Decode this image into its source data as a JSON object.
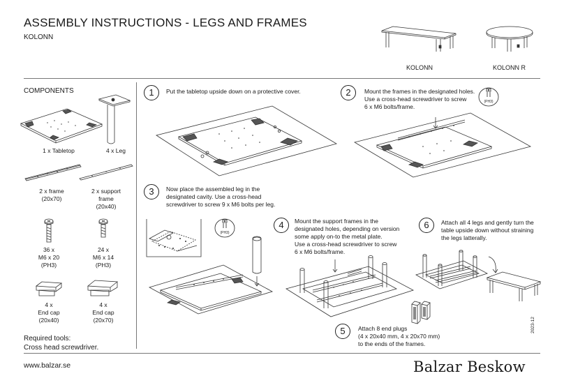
{
  "header": {
    "title": "ASSEMBLY INSTRUCTIONS - LEGS AND FRAMES",
    "subtitle": "KOLONN",
    "variants": [
      "KOLONN",
      "KOLONN R"
    ]
  },
  "components": {
    "heading": "COMPONENTS",
    "items": [
      {
        "label": "1 x Tabletop"
      },
      {
        "label": "4 x Leg"
      },
      {
        "label": "2 x frame\n(20x70)"
      },
      {
        "label": "2 x support\nframe\n(20x40)"
      },
      {
        "label": "36 x\nM6 x 20\n(PH3)"
      },
      {
        "label": "24 x\nM6 x 14\n(PH3)"
      },
      {
        "label": "4 x\nEnd cap\n(20x40)"
      },
      {
        "label": "4 x\nEnd cap\n(20x70)"
      }
    ],
    "tools_heading": "Required tools:",
    "tools": "Cross head screwdriver."
  },
  "steps": [
    {
      "number": "1",
      "text": "Put the tabletop upside down on a protective cover."
    },
    {
      "number": "2",
      "text": "Mount the frames in the designated holes.\nUse a cross-head screwdriver to screw\n6 x M6 bolts/frame."
    },
    {
      "number": "3",
      "text": "Now place the assembled leg in the\ndesignated cavity. Use a cross-head\nscrewdriver to screw 9 x M6 bolts per leg."
    },
    {
      "number": "4",
      "text": "Mount the support frames in the\ndesignated holes, depending on version\nsome apply on-to the metal plate.\nUse a cross-head screwdriver to screw\n6 x M6 bolts/frame."
    },
    {
      "number": "5",
      "text": "Attach 8 end plugs\n(4 x 20x40 mm, 4 x 20x70 mm)\nto the ends of the frames."
    },
    {
      "number": "6",
      "text": "Attach all 4 legs and gently turn the\ntable upside down without straining\nthe legs latterally."
    }
  ],
  "tool_badge": "(PH3)",
  "footer": {
    "url": "www.balzar.se",
    "brand": "Balzar Beskow",
    "code": "2023-12"
  }
}
